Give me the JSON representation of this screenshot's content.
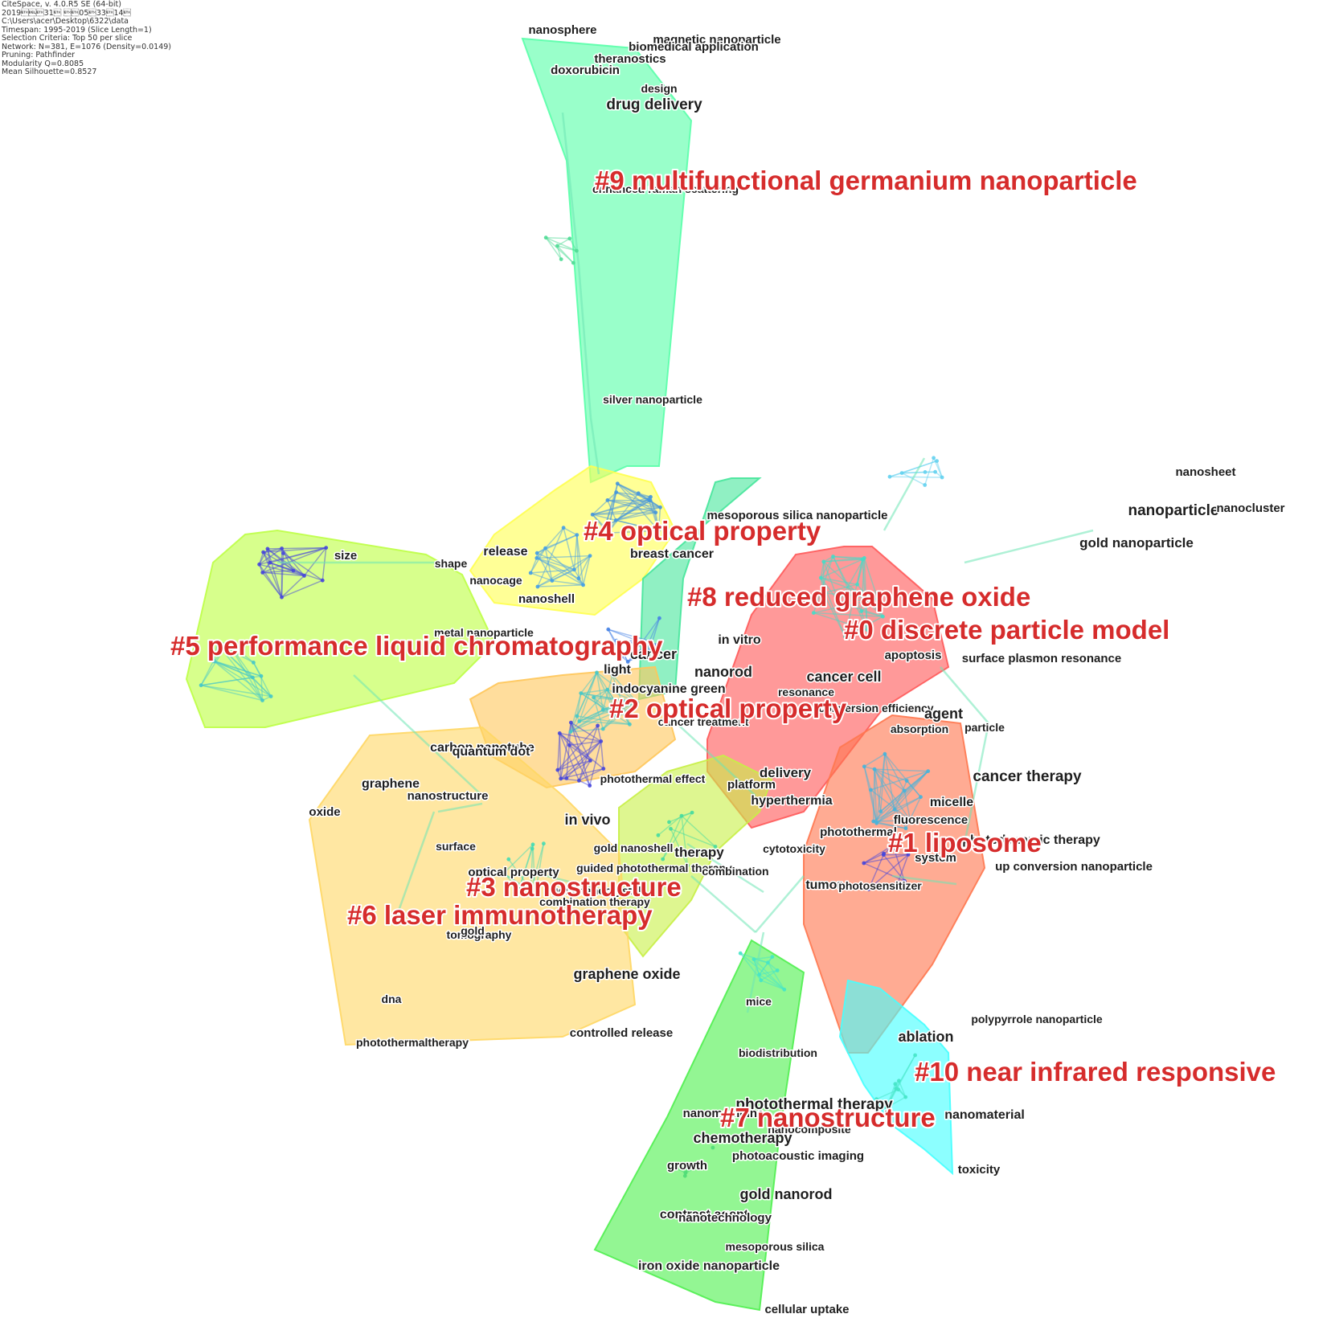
{
  "meta": [
    "CiteSpace, v. 4.0.R5 SE (64-bit)",
    "2019\u0003\u0007\u000331\u0003 \u0003\u000305\u000333\u000314\u0003",
    "C:\\Users\\acer\\Desktop\\6322\\data",
    "Timespan: 1995-2019 (Slice Length=1)",
    "Selection Criteria: Top 50 per slice",
    "Network: N=381, E=1076 (Density=0.0149)",
    "Pruning: Pathfinder",
    "Modularity Q=0.8085",
    "Mean Silhouette=0.8527"
  ],
  "colors": {
    "cluster_label": "#d62c2c",
    "keyword": "#1e1e1e",
    "cluster0": "#ff5a5a",
    "cluster1": "#ff7850",
    "cluster2": "#ffc65a",
    "cluster3": "#c8f046",
    "cluster4": "#ffff50",
    "cluster5": "#beff46",
    "cluster6": "#ffd764",
    "cluster7": "#50f050",
    "cluster8": "#46e69b",
    "cluster9": "#5affaa",
    "cluster10": "#46ffff"
  },
  "clusters": [
    {
      "id": "c9",
      "label": "#9 multifunctional germanium nanoparticle",
      "color": "#5affaa"
    },
    {
      "id": "c4",
      "label": "#4 optical property",
      "color": "#ffff50"
    },
    {
      "id": "c8",
      "label": "#8 reduced graphene oxide",
      "color": "#46e69b"
    },
    {
      "id": "c0",
      "label": "#0 discrete particle model",
      "color": "#ff5a5a"
    },
    {
      "id": "c5",
      "label": "#5 performance liquid chromatography",
      "color": "#beff46"
    },
    {
      "id": "c2",
      "label": "#2 optical property",
      "color": "#ffc65a"
    },
    {
      "id": "c1",
      "label": "#1 liposome",
      "color": "#ff7850"
    },
    {
      "id": "c3",
      "label": "#3 nanostructure",
      "color": "#c8f046"
    },
    {
      "id": "c6",
      "label": "#6 laser immunotherapy",
      "color": "#ffd764"
    },
    {
      "id": "c10",
      "label": "#10 near infrared responsive",
      "color": "#46ffff"
    },
    {
      "id": "c7",
      "label": "#7 nanostructure",
      "color": "#50f050"
    }
  ],
  "keywords": [
    "nanosphere",
    "magnetic nanoparticle",
    "biomedical application",
    "theranostics",
    "doxorubicin",
    "design",
    "drug delivery",
    "enhanced raman scattering",
    "silver nanoparticle",
    "mesoporous silica nanoparticle",
    "release",
    "breast cancer",
    "size",
    "shape",
    "nanocage",
    "nanoshell",
    "metal nanoparticle",
    "in vitro",
    "cancer",
    "light",
    "nanorod",
    "indocyanine green",
    "cancer treatment",
    "resonance",
    "conversion efficiency",
    "agent",
    "absorption",
    "particle",
    "apoptosis",
    "surface plasmon resonance",
    "cancer cell",
    "carbon nanotube",
    "quantum dot",
    "graphene",
    "nanostructure",
    "oxide",
    "photothermal effect",
    "platform",
    "delivery",
    "hyperthermia",
    "in vivo",
    "cancer therapy",
    "micelle",
    "fluorescence",
    "photothermal",
    "photodynamic therapy",
    "system",
    "up conversion nanoparticle",
    "surface",
    "gold nanoshell",
    "optical property",
    "guided photothermal therapy",
    "therapy",
    "combination",
    "cytotoxicity",
    "tumor",
    "photosensitizer",
    "gold nanocrystal",
    "combination therapy",
    "tomography",
    "gold",
    "dna",
    "photothermaltherapy",
    "graphene oxide",
    "controlled release",
    "mice",
    "biodistribution",
    "nanosheet",
    "nanoparticle",
    "nanocluster",
    "gold nanoparticle",
    "polypyrrole nanoparticle",
    "ablation",
    "photothermal therapy",
    "nanomaterial",
    "nanocomposite",
    "nanomedicine",
    "chemotherapy",
    "photoacoustic imaging",
    "growth",
    "gold nanorod",
    "contrast agent",
    "nanotechnology",
    "mesoporous silica",
    "iron oxide nanoparticle",
    "toxicity",
    "cellular uptake"
  ]
}
